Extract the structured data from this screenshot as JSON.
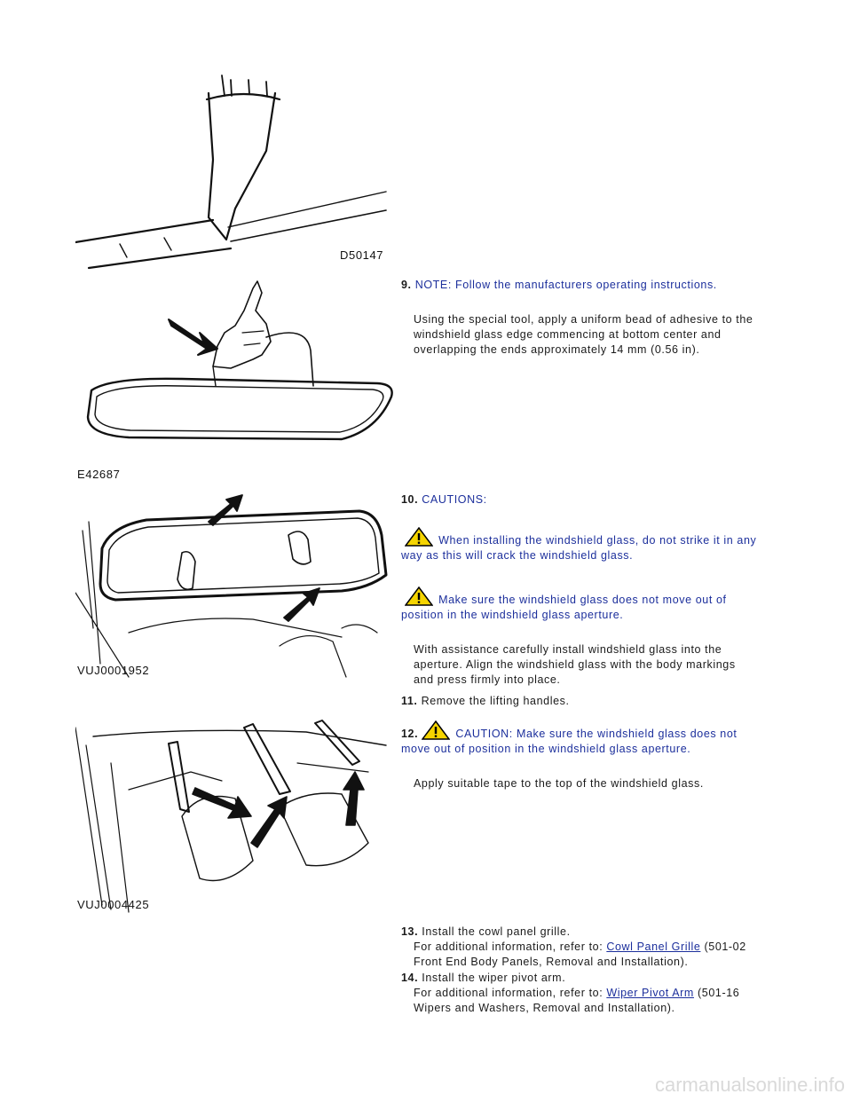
{
  "figures": {
    "fig1_label": "D50147",
    "fig2_label": "E42687",
    "fig3_label": "VUJ0001952",
    "fig4_label": "VUJ0004425"
  },
  "steps": {
    "s9": {
      "num": "9.",
      "note": "NOTE: Follow the manufacturers operating instructions.",
      "text1": "Using the special tool, apply a uniform bead of adhesive to the",
      "text2": "windshield glass edge commencing at bottom center and",
      "text3": "overlapping the ends approximately 14 mm (0.56 in)."
    },
    "s10": {
      "num": "10.",
      "cautions": "CAUTIONS:",
      "caution1a": "When installing the windshield glass, do not strike it in any",
      "caution1b": "way as this will crack the windshield glass.",
      "caution2a": "Make sure the windshield glass does not move out of",
      "caution2b": "position in the windshield glass aperture.",
      "text1": "With assistance carefully install windshield glass into the",
      "text2": "aperture. Align the windshield glass with the body markings",
      "text3": "and press firmly into place."
    },
    "s11": {
      "num": "11.",
      "text": "Remove the lifting handles."
    },
    "s12": {
      "num": "12.",
      "caution_a": "CAUTION: Make sure the windshield glass does not",
      "caution_b": "move out of position in the windshield glass aperture.",
      "text": "Apply suitable tape to the top of the windshield glass."
    },
    "s13": {
      "num": "13.",
      "text": "Install the cowl panel grille.",
      "ref_pre": "For additional information, refer to:",
      "ref_link": "Cowl Panel Grille",
      "ref_post": "(501-02",
      "ref_line2": "Front End Body Panels, Removal and Installation)."
    },
    "s14": {
      "num": "14.",
      "text": "Install the wiper pivot arm.",
      "ref_pre": "For additional information, refer to:",
      "ref_link": "Wiper Pivot Arm",
      "ref_post": "(501-16",
      "ref_line2": "Wipers and Washers, Removal and Installation)."
    }
  },
  "watermark": "carmanualsonline.info",
  "colors": {
    "text_blue": "#1c2f9c",
    "warning_yellow": "#f5d400"
  }
}
